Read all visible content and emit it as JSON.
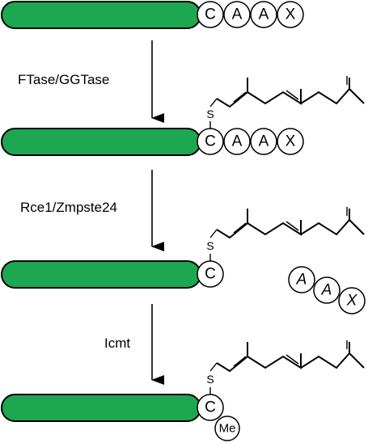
{
  "colors": {
    "protein_fill": "#1da750",
    "outline": "#000000",
    "background": "#ffffff"
  },
  "rows": [
    {
      "residues": [
        "C",
        "A",
        "A",
        "X"
      ],
      "prenylated": false
    },
    {
      "residues": [
        "C",
        "A",
        "A",
        "X"
      ],
      "prenylated": true
    },
    {
      "residues": [
        "C"
      ],
      "prenylated": true,
      "released_residues": [
        "A",
        "A",
        "X"
      ]
    },
    {
      "residues": [
        "C"
      ],
      "prenylated": true,
      "methyl": "Me"
    }
  ],
  "sulfur_label": "S",
  "steps": [
    {
      "enzyme": "FTase/GGTase"
    },
    {
      "enzyme": "Rce1/Zmpste24"
    },
    {
      "enzyme": "Icmt"
    }
  ]
}
